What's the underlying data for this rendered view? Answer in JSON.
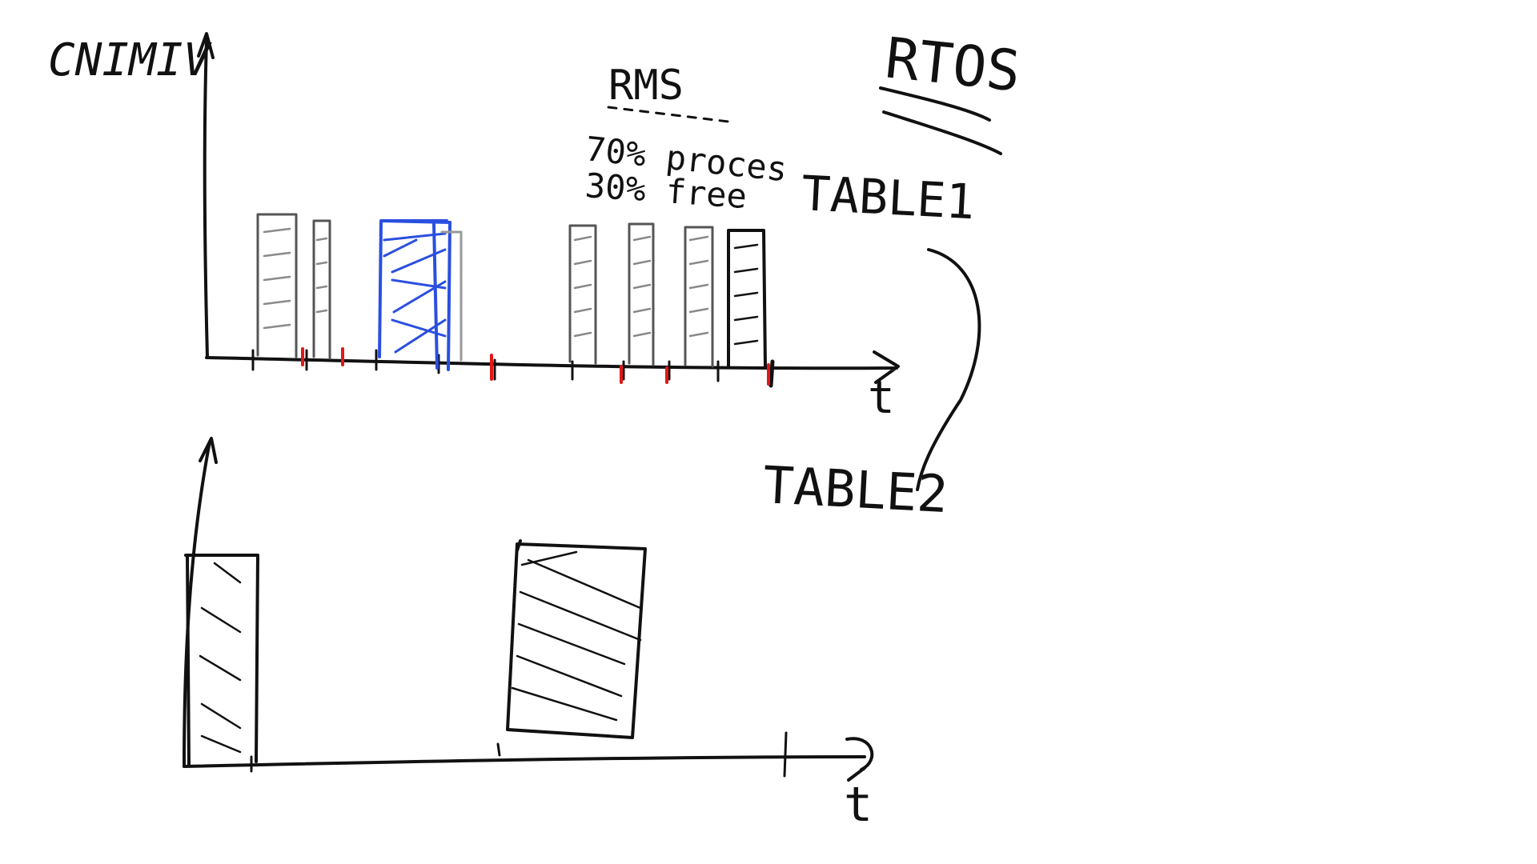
{
  "labels": {
    "y_axis_top": "CNIMIV",
    "rtos": "RTOS",
    "rms": "RMS",
    "proces_line": "70% proces",
    "free_line": "30% free",
    "table1": "TABLE1",
    "table2": "TABLE2",
    "t_top": "t",
    "t_bottom": "t"
  },
  "colors": {
    "ink": "#111111",
    "highlight": "#2a4fe0",
    "tick_red": "#e01818",
    "hatch_gray": "#8a8a8a"
  }
}
